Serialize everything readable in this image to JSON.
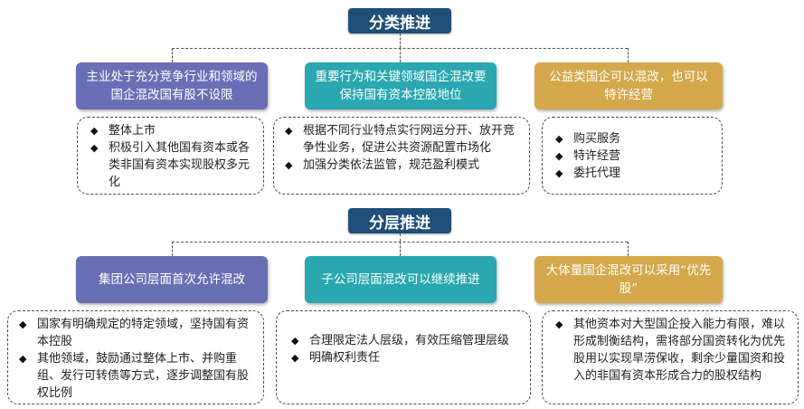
{
  "colors": {
    "title_bg": "#1f4e79",
    "purple": "#6a6fb5",
    "teal": "#2aa7b0",
    "gold": "#d4a84b"
  },
  "sections": [
    {
      "title": "分类推进",
      "columns": [
        {
          "heading": "主业处于充分竞争行业和领域的国企混改国有股不设限",
          "items": [
            "整体上市",
            "积极引入其他国有资本或各类非国有资本实现股权多元化"
          ]
        },
        {
          "heading": "重要行为和关键领域国企混改要保持国有资本控股地位",
          "items": [
            "根据不同行业特点实行网运分开、放开竞争性业务，促进公共资源配置市场化",
            "加强分类依法监管，规范盈利模式"
          ]
        },
        {
          "heading": "公益类国企可以混改，也可以特许经营",
          "items": [
            "购买服务",
            "特许经营",
            "委托代理"
          ]
        }
      ]
    },
    {
      "title": "分层推进",
      "columns": [
        {
          "heading": "集团公司层面首次允许混改",
          "items": [
            "国家有明确规定的特定领域，坚持国有资本控股",
            "其他领域，鼓励通过整体上市、并购重组、发行可转债等方式，逐步调整国有股权比例"
          ]
        },
        {
          "heading": "子公司层面混改可以继续推进",
          "items": [
            "合理限定法人层级，有效压缩管理层级",
            "明确权利责任"
          ]
        },
        {
          "heading": "大体量国企混改可以采用“优先股”",
          "items": [
            "其他资本对大型国企投入能力有限，难以形成制衡结构，需将部分国资转化为优先股用以实现旱涝保收，剩余少量国资和投入的非国有资本形成合力的股权结构"
          ]
        }
      ]
    }
  ]
}
